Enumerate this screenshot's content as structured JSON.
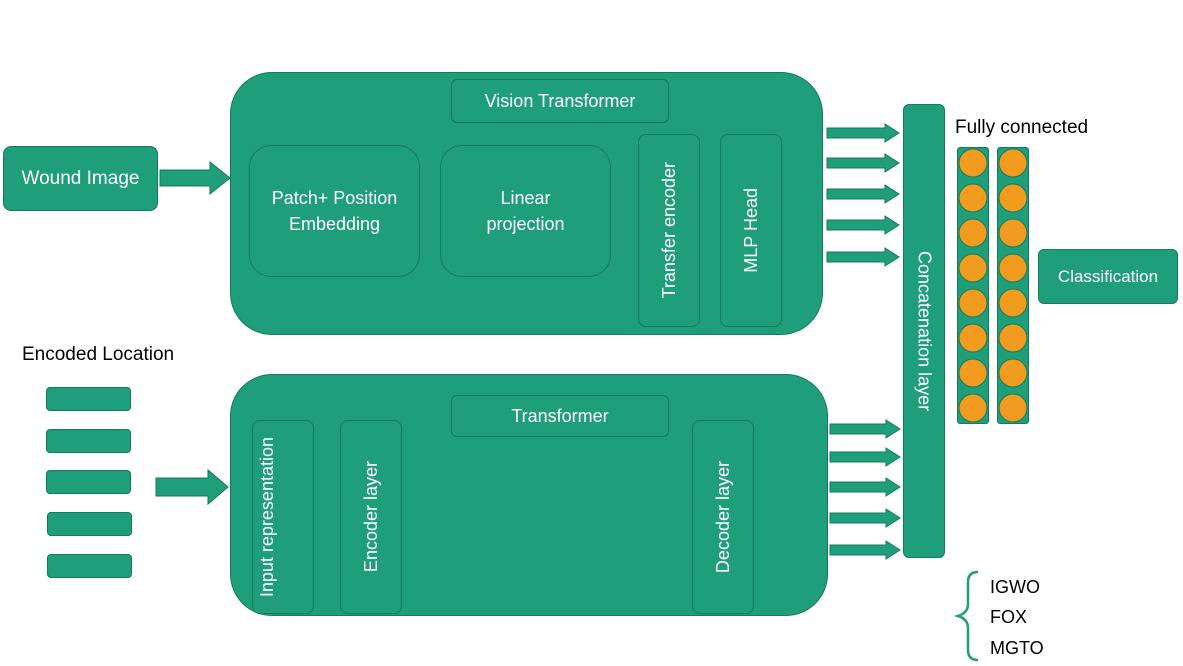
{
  "colors": {
    "box_fill": "#1f9e7a",
    "box_border": "#157a5d",
    "neuron": "#f29c1f",
    "text_on_box": "#ffffff"
  },
  "input": {
    "wound_image": "Wound Image",
    "encoded_location": "Encoded Location"
  },
  "vit": {
    "title": "Vision Transformer",
    "patch_embedding": "Patch+ Position Embedding",
    "linear_projection": "Linear projection",
    "transfer_encoder": "Transfer encoder",
    "mlp_head": "MLP Head"
  },
  "transformer": {
    "title": "Transformer",
    "input_representation": "Input representation",
    "encoder_layer": "Encoder layer",
    "decoder_layer": "Decoder layer"
  },
  "fusion": {
    "concatenation": "Concatenation layer"
  },
  "fully_connected": {
    "label": "Fully connected",
    "columns": 2,
    "neurons_per_column": 8
  },
  "output": {
    "classification": "Classification"
  },
  "optimizers": [
    "IGWO",
    "FOX",
    "MGTO"
  ]
}
